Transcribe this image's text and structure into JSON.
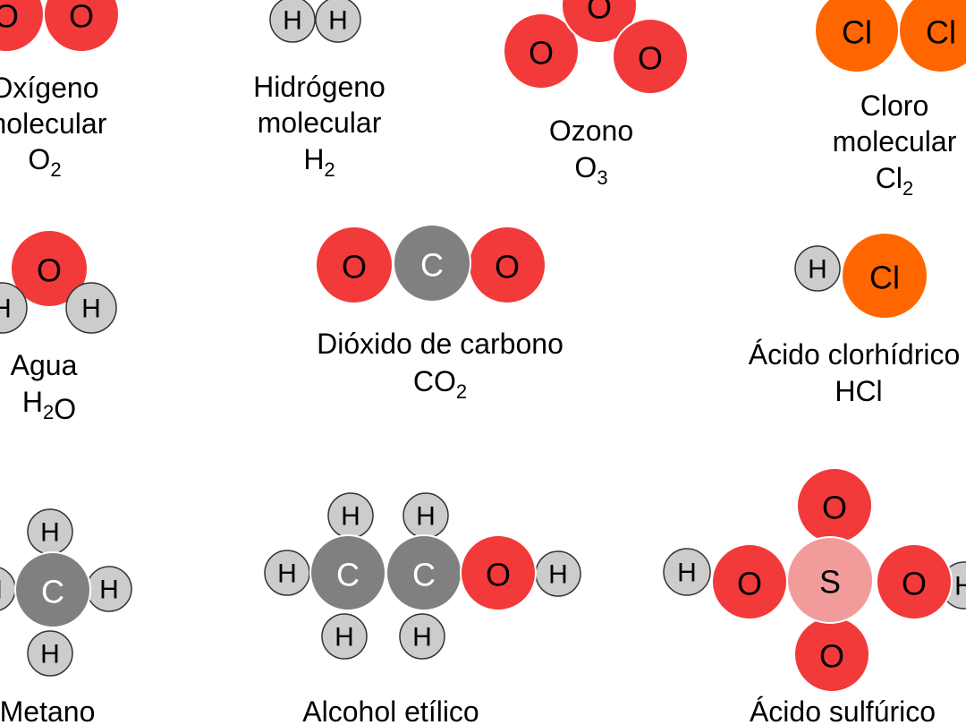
{
  "colors": {
    "oxygen": "#f23a3a",
    "hydrogen": "#cccccc",
    "chlorine": "#ff6600",
    "carbon": "#808080",
    "sulfur": "#f29b9b"
  },
  "molecules": [
    {
      "id": "oxigeno-molecular",
      "name_lines": [
        "Oxígeno",
        "molecular"
      ],
      "formula": [
        {
          "t": "O",
          "sub": false
        },
        {
          "t": "2",
          "sub": true
        }
      ],
      "atoms": [
        {
          "el": "O",
          "label": "O"
        },
        {
          "el": "O",
          "label": "O"
        }
      ]
    },
    {
      "id": "hidrogeno-molecular",
      "name_lines": [
        "Hidrógeno",
        "molecular"
      ],
      "formula": [
        {
          "t": "H",
          "sub": false
        },
        {
          "t": "2",
          "sub": true
        }
      ],
      "atoms": [
        {
          "el": "H",
          "label": "H"
        },
        {
          "el": "H",
          "label": "H"
        }
      ]
    },
    {
      "id": "ozono",
      "name_lines": [
        "Ozono"
      ],
      "formula": [
        {
          "t": "O",
          "sub": false
        },
        {
          "t": "3",
          "sub": true
        }
      ],
      "atoms": [
        {
          "el": "O",
          "label": "O"
        },
        {
          "el": "O",
          "label": "O"
        },
        {
          "el": "O",
          "label": "O"
        }
      ]
    },
    {
      "id": "cloro-molecular",
      "name_lines": [
        "Cloro",
        "molecular"
      ],
      "formula": [
        {
          "t": "Cl",
          "sub": false
        },
        {
          "t": "2",
          "sub": true
        }
      ],
      "atoms": [
        {
          "el": "Cl",
          "label": "Cl"
        },
        {
          "el": "Cl",
          "label": "Cl"
        }
      ]
    },
    {
      "id": "agua",
      "name_lines": [
        "Agua"
      ],
      "formula": [
        {
          "t": "H",
          "sub": false
        },
        {
          "t": "2",
          "sub": true
        },
        {
          "t": "O",
          "sub": false
        }
      ],
      "atoms": [
        {
          "el": "O",
          "label": "O"
        },
        {
          "el": "H",
          "label": "H"
        },
        {
          "el": "H",
          "label": "H"
        }
      ]
    },
    {
      "id": "dioxido-de-carbono",
      "name_lines": [
        "Dióxido de carbono"
      ],
      "formula": [
        {
          "t": "CO",
          "sub": false
        },
        {
          "t": "2",
          "sub": true
        }
      ],
      "atoms": [
        {
          "el": "O",
          "label": "O"
        },
        {
          "el": "O",
          "label": "O"
        },
        {
          "el": "C",
          "label": "C"
        }
      ]
    },
    {
      "id": "acido-clorhidrico",
      "name_lines": [
        "Ácido clorhídrico"
      ],
      "formula": [
        {
          "t": "HCl",
          "sub": false
        }
      ],
      "atoms": [
        {
          "el": "H",
          "label": "H"
        },
        {
          "el": "Cl",
          "label": "Cl"
        }
      ]
    },
    {
      "id": "metano",
      "name_lines": [
        "Metano"
      ],
      "formula": [],
      "atoms": [
        {
          "el": "H",
          "label": "H"
        },
        {
          "el": "H",
          "label": "H"
        },
        {
          "el": "H",
          "label": "H"
        },
        {
          "el": "H",
          "label": "H"
        },
        {
          "el": "C",
          "label": "C"
        }
      ]
    },
    {
      "id": "alcohol-etilico",
      "name_lines": [
        "Alcohol etílico"
      ],
      "formula": [],
      "atoms": [
        {
          "el": "H",
          "label": "H"
        },
        {
          "el": "H",
          "label": "H"
        },
        {
          "el": "H",
          "label": "H"
        },
        {
          "el": "H",
          "label": "H"
        },
        {
          "el": "H",
          "label": "H"
        },
        {
          "el": "H",
          "label": "H"
        },
        {
          "el": "C",
          "label": "C"
        },
        {
          "el": "C",
          "label": "C"
        },
        {
          "el": "O",
          "label": "O"
        }
      ]
    },
    {
      "id": "acido-sulfurico",
      "name_lines": [
        "Ácido sulfúrico"
      ],
      "formula": [],
      "atoms": [
        {
          "el": "H",
          "label": "H"
        },
        {
          "el": "H",
          "label": "H"
        },
        {
          "el": "O",
          "label": "O"
        },
        {
          "el": "O",
          "label": "O"
        },
        {
          "el": "O",
          "label": "O"
        },
        {
          "el": "O",
          "label": "O"
        },
        {
          "el": "S",
          "label": "S"
        }
      ]
    }
  ]
}
